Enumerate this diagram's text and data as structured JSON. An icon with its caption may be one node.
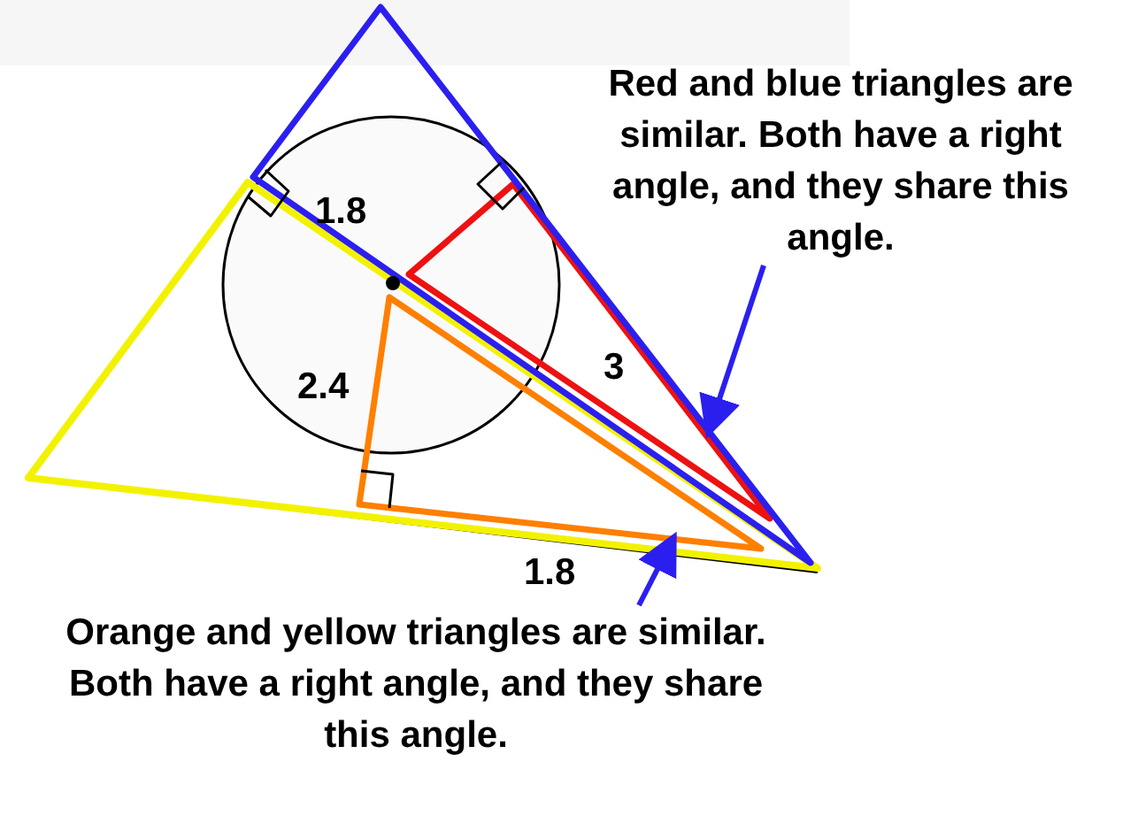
{
  "diagram": {
    "nodes": [
      {
        "text": [
          "Red and blue triangles are similar. Both have a right angle, and they share this angle."
        ]
      },
      {
        "text": [
          "Orange and yellow triangles are similar. Both have a right angle, and they share this angle."
        ]
      }
    ],
    "edges": [
      {
        "from": 0,
        "to": null,
        "arrow": "to"
      },
      {
        "from": 1,
        "to": null,
        "arrow": "to"
      }
    ],
    "labels": [
      "1.8",
      "2.4",
      "3",
      "1.8"
    ]
  }
}
